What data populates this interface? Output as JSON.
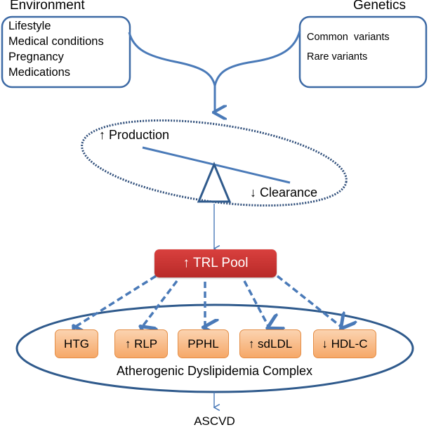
{
  "environment": {
    "heading": "Environment",
    "items": [
      "Lifestyle",
      "Medical conditions",
      "Pregnancy",
      "Medications"
    ]
  },
  "genetics": {
    "heading": "Genetics",
    "items": [
      "Common  variants",
      "Rare variants"
    ]
  },
  "balance": {
    "production_label": "↑ Production",
    "clearance_label": "↓ Clearance"
  },
  "trl_pool": {
    "label": "↑ TRL Pool"
  },
  "complex": {
    "label": "Atherogenic Dyslipidemia Complex",
    "components": [
      "HTG",
      "↑ RLP",
      "PPHL",
      "↑ sdLDL",
      "↓ HDL-C"
    ]
  },
  "outcome": {
    "label": "ASCVD"
  },
  "colors": {
    "line_blue": "#4a7ab8",
    "box_border": "#3d6aa5",
    "trl_red": "#c83432",
    "component_orange": "#f8b985"
  }
}
